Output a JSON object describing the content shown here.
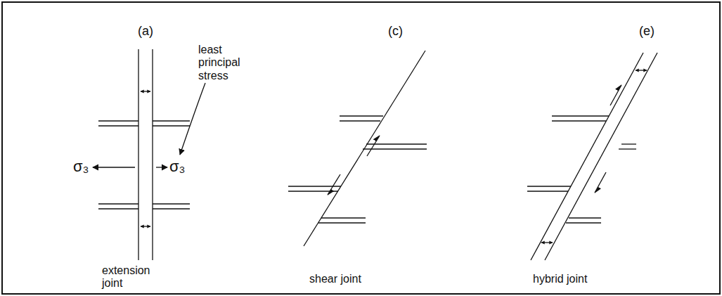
{
  "diagram": {
    "labels": [
      "(a)",
      "(c)",
      "(e)",
      "least principal stress",
      "σ₃",
      "σ₃",
      "extension joint",
      "shear joint",
      "hybrid joint"
    ]
  }
}
